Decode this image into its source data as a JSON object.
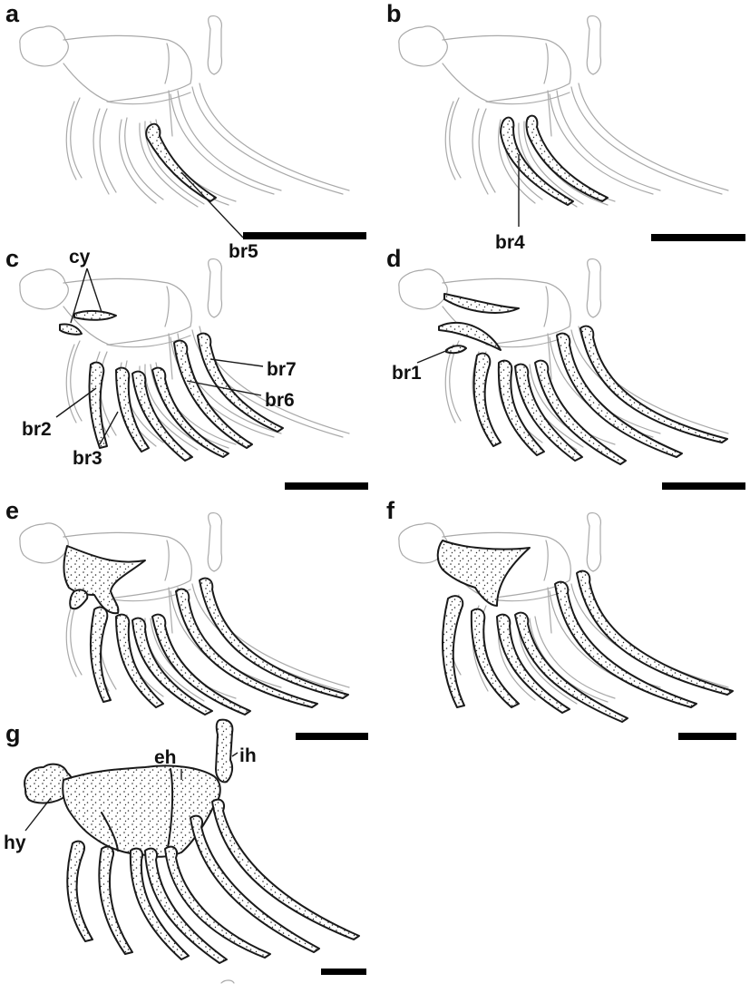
{
  "panels": [
    "a",
    "b",
    "c",
    "d",
    "e",
    "f",
    "g"
  ],
  "labels": {
    "br1": "br1",
    "br2": "br2",
    "br3": "br3",
    "br4": "br4",
    "br5": "br5",
    "br6": "br6",
    "br7": "br7",
    "cy": "cy",
    "eh": "eh",
    "ih": "ih",
    "hy": "hy"
  },
  "colors": {
    "outline": "#1a1a1a",
    "faint": "#a9a9a9",
    "stipple": "#2a2a2a"
  }
}
